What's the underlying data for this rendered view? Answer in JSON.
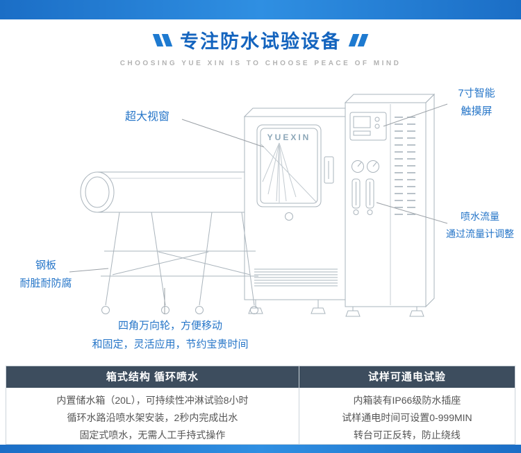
{
  "header": {
    "title": "专注防水试验设备",
    "subtitle": "CHOOSING YUE XIN IS TO CHOOSE PEACE OF MIND"
  },
  "machine": {
    "logo": "YUEXIN"
  },
  "callouts": {
    "window": "超大视窗",
    "touchscreen": [
      "7寸智能",
      "触摸屏"
    ],
    "flow": [
      "喷水流量",
      "通过流量计调整"
    ],
    "steel": [
      "钢板",
      "耐脏耐防腐"
    ],
    "wheels": [
      "四角万向轮，方便移动",
      "和固定，灵活应用，节约宝贵时间"
    ]
  },
  "features": {
    "left": {
      "title": "箱式结构 循环喷水",
      "lines": [
        "内置储水箱（20L），可持续性冲淋试验8小时",
        "循环水路沿喷水架安装，2秒内完成出水",
        "固定式喷水，无需人工手持式操作"
      ]
    },
    "right": {
      "title": "试样可通电试验",
      "lines": [
        "内箱装有IP66级防水插座",
        "试样通电时间可设置0-999MIN",
        "转台可正反转，防止绕线"
      ]
    }
  },
  "colors": {
    "accent_blue": "#2575c8",
    "title_blue": "#1464be",
    "bar_blue": "#2f8fe2",
    "table_header_bg": "#3d4d5e",
    "drawing_line_gray": "#aab4bc"
  }
}
